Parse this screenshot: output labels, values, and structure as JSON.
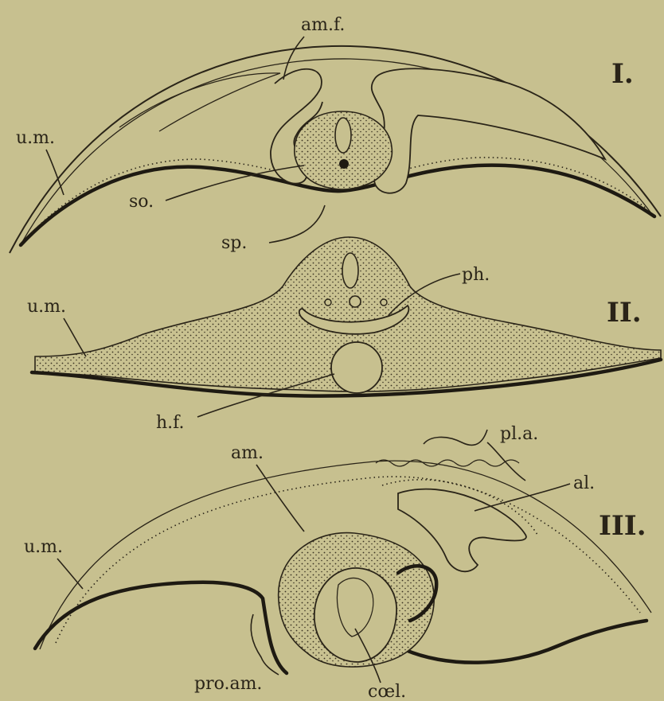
{
  "sections": [
    {
      "numeral": "I.",
      "labels": {
        "amf": "am.f.",
        "um": "u.m.",
        "so": "so.",
        "sp": "sp."
      }
    },
    {
      "numeral": "II.",
      "labels": {
        "ph": "ph.",
        "um": "u.m.",
        "hf": "h.f."
      }
    },
    {
      "numeral": "III.",
      "labels": {
        "am": "am.",
        "pla": "pl.a.",
        "al": "al.",
        "um": "u.m.",
        "proam": "pro.am.",
        "coel": "cœl."
      }
    }
  ]
}
